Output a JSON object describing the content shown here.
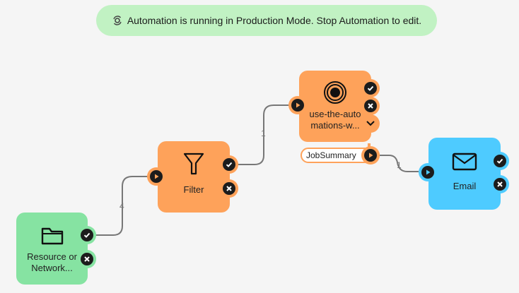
{
  "banner": {
    "icon": "sync-running-icon",
    "text": "Automation is running in Production Mode. Stop Automation to edit."
  },
  "colors": {
    "banner_bg": "#c1f2c3",
    "resource_node": "#86e3a2",
    "task_node": "#fea25a",
    "email_node": "#4ecbff",
    "port_dark": "#1c1c1c",
    "edge": "#777777"
  },
  "nodes": [
    {
      "id": "resource",
      "title_line1": "Resource or",
      "title_line2": "Network...",
      "icon": "folder-icon",
      "ports": [
        "success",
        "failure"
      ]
    },
    {
      "id": "filter",
      "title": "Filter",
      "icon": "filter-icon",
      "ports": [
        "input",
        "success",
        "failure"
      ]
    },
    {
      "id": "automation",
      "title_line1": "use-the-auto",
      "title_line2": "mations-w...",
      "icon": "target-icon",
      "ports": [
        "input",
        "success",
        "failure",
        "expand"
      ],
      "output": "JobSummary"
    },
    {
      "id": "email",
      "title": "Email",
      "icon": "envelope-icon",
      "ports": [
        "input",
        "success",
        "failure"
      ]
    }
  ],
  "edges": [
    {
      "from": "resource",
      "to": "filter",
      "label": "4"
    },
    {
      "from": "filter",
      "to": "automation",
      "label": "1"
    },
    {
      "from": "automation.JobSummary",
      "to": "email",
      "label": "1"
    }
  ]
}
